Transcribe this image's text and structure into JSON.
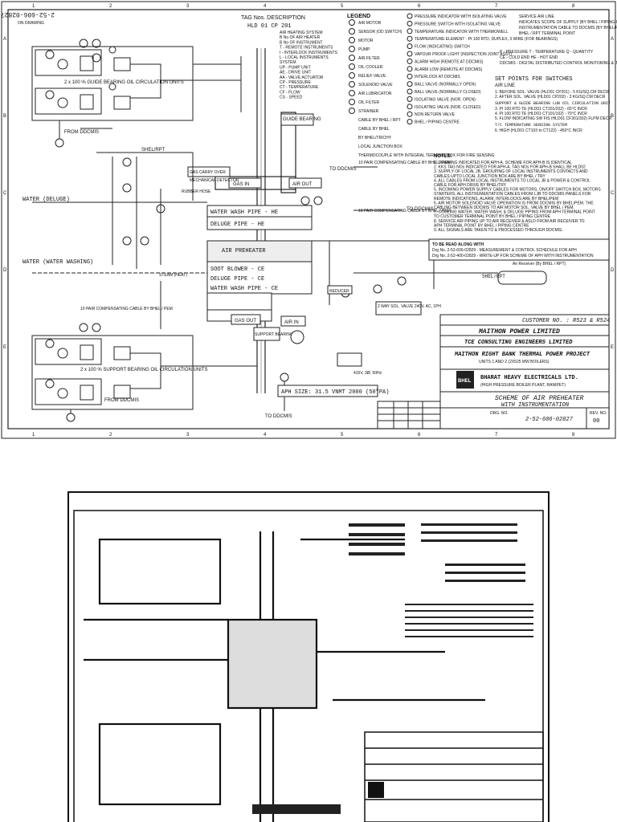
{
  "drawing_number_rotated": "2-52-606-02827",
  "on_drawing": "ON DRAWING",
  "column_markers": [
    "1",
    "2",
    "3",
    "4",
    "5",
    "6",
    "7",
    "8"
  ],
  "row_markers": [
    "A",
    "B",
    "C",
    "D",
    "E"
  ],
  "tag_description": {
    "title": "TAG Nos. DESCRIPTION",
    "code": "HLD 01 CP 201",
    "lines": [
      "AIR HEATING SYSTEM",
      "B No OF AIR HEATER",
      "B No OF INSTRUMENT",
      "T - REMOTE INSTRUMENTS",
      "I - INTERLOCK INSTRUMENTS",
      "L - LOCAL INSTRUMENTS",
      "SYSTEM",
      "UP - PUMP UNIT",
      "AE - DRIVE UNIT",
      "AA - VALVE ACTUATOR",
      "CP - PRESSURE",
      "CT - TEMPERATURE",
      "CF - FLOW",
      "CS - SPEED"
    ]
  },
  "legend": {
    "title": "LEGEND",
    "items": [
      "AIR MOTOR",
      "SENSOR (OD SWITCH)",
      "MOTOR",
      "PUMP",
      "AIR FILTER",
      "OIL COOLER",
      "RELIEF VALVE",
      "SOLENOID VALVE",
      "AIR LUBRICATOR",
      "OIL FILTER",
      "STRAINER",
      "CABLE BY BHEL / RPT",
      "CABLE BY BHEL",
      "BY BHEL/TRICHY",
      "LOCAL JUNCTION BOX",
      "THERMOCOUPLE WITH INTEGRAL TERMINAL BOX FOR FIRE SENSING"
    ],
    "right_items": [
      "PRESSURE INDICATOR WITH ISOLATING VALVE",
      "PRESSURE SWITCH WITH ISOLATING VALVE",
      "TEMPERATURE INDICATOR WITH THERMOWELL",
      "TEMPERATURE ELEMENT - Pt 100 RTD, DUPLEX, 3 WIRE (FOR BEARINGS)",
      "FLOW (INDICATING) SWITCH",
      "VAPOUR PROOF LIGHT (INSPECTION JOINT ASSY)",
      "ALARM HIGH (REMOTE AT DDCMIS)",
      "ALARM LOW (REMOTE AT DDCMIS)",
      "INTERLOCK AT DDCMIS",
      "BALL VALVE (NORMALLY OPEN)",
      "BALL VALVE (NORMALLY CLOSED)",
      "ISOLATING VALVE (NOR. OPEN)",
      "ISOLATING VALVE (NOR. CLOSED)",
      "NON RETURN VALVE",
      "BHEL / PIPING CENTRE"
    ],
    "service": [
      "SERVICE AIR LINE",
      "INDICATES SCOPE OF SUPPLY (BY BHEL / PIPING CENTRE)",
      "INSTRUMENTATION CABLE TO DDCMIS (BY BHEL/PEM)",
      "BHEL / RPT TERMINAL POINT"
    ],
    "abbrev": [
      "P - PRESSURE   T - TEMPERATURE   Q - QUANTITY",
      "CE - COLD END   HE - HOT END",
      "DDCMIS - DIGITAL DISTRIBUTED CONTROL MONITORING & INFORMATION SYSTEM"
    ]
  },
  "set_points": {
    "title": "SET POINTS FOR SWITCHES",
    "air_line": "AIR LINE",
    "items": [
      "1. BEFORE SOL. VALVE   (HLD01 CP201) - 5 KG/SQ.CM DECR",
      "2. AFTER SOL. VALVE   (HLD01 CP202) - 3 KG/SQ.CM DECR"
    ],
    "bearing_title": "SUPPORT & GUIDE BEARING LUB OIL CIRCULATION UNIT",
    "bearing_items": [
      "3. PI 100 RTD   TE (HLD01 CT201/202) - 65°C INCR",
      "4. PI 100 RTD   TE (HLD01 CT101/102) - 70°C INCR",
      "5. FLOW INDICATING SW  FIS (HLD01 CF301/302) FLPM DECR"
    ],
    "tc_title": "T/C TEMPERATURE SENSING SYSTEM",
    "tc_items": [
      "6. HIGH  (HLD01 CT103 to CT122) - 450°C INCR"
    ]
  },
  "notes": {
    "title": "NOTES:",
    "items": [
      "1. DRAWING INDICATED FOR APH-A. SCHEME FOR APH-B IS IDENTICAL",
      "2. KKS TAG NOs INDICATED FOR APH-A. TAG NOs FOR APH-B SHALL BE HLD02",
      "3. SUPPLY OF LOCAL JB, GROUPING OF LOCAL INSTRUMENTS CONTACTS AND CABLES UPTO LOCAL JUNCTION BOX ARE BY BHEL / TRY",
      "4. ALL CABLES FROM LOCAL INSTRUMENTS TO LOCAL JB & POWER & CONTROL CABLE FOR APH DRIVE BY BHEL/TRY",
      "5. INCOMING POWER SUPPLY CABLES FOR MOTORS, ON/OFF SWITCH BOX, MOTORS STARTERS, ALL INSTRUMENTATION CABLES FROM LJB TO DDCMIS PANELS FOR REMOTE INDICATIONS, ALARM, INTERLOCKS ARE BY BHEL/PEM",
      "6. AIR MOTOR SOLENOID VALVE OPERATION IS FROM DDCMIS BY BHEL/PEM. THE CABLING BETWEEN DDCMIS TO AIR MOTOR SOL. VALVE BY BHEL / PEM.",
      "7. COOLING WATER, WATER WASH, & DELUGE PIPING FROM APH TERMINAL POINT TO CUSTOMER TERMINAL POINT BY BHEL / PIPING CENTRE",
      "8. SERVICE AIR PIPING UP TO AIR RECEIVER & ASLD FROM AIR RECEIVER TO APH TERMINAL POINT BY BHEL / PIPING CENTRE",
      "9. ALL SIGNALS ARE TAKEN TO & PROCESSED THROUGH DDCMIS."
    ],
    "read_along_title": "TO BE READ ALONG WITH",
    "read_along": [
      "Drg No. 2-52-606-02829 - MEASUREMENT & CONTROL SCHEDULE FOR APH",
      "Drg No. 2-52-400-02829 - WRITE-UP FOR SCHEME OF APH WITH INSTRUMENTATION"
    ]
  },
  "labels": {
    "guide_unit": "2 x 100 % GUIDE BEARING OIL CIRCULATION UNITS",
    "support_unit": "2 x 100 % SUPPORT BEARING OIL CIRCULATION UNITS",
    "guide_bearing": "GUIDE BEARING",
    "support_bearing": "SUPPORT BEARING",
    "water_wash_he": "WATER WASH PIPE - HE",
    "deluge_he": "DELUGE PIPE - HE",
    "air_preheater": "AIR PREHEATER",
    "soot_blower": "SOOT BLOWER - CE",
    "deluge_ce": "DELUGE PIPE - CE",
    "water_wash_ce": "WATER WASH PIPE - CE",
    "water_deluge": "WATER (DELUGE)",
    "water_washing": "WATER (WATER WASHING)",
    "shel_rpt": "SHEL/RPT",
    "shel_rpt_2": "SHEL/RPT",
    "gas_in": "GAS IN",
    "gas_out": "GAS OUT",
    "air_in": "AIR IN",
    "air_out": "AIR OUT",
    "to_ddcmis": "TO DDCMIS",
    "from_ddcmis": "FROM DDCMIS",
    "compensating": "10 PAIR COMPENSATING CABLE BY BHEL / PEM",
    "air_receiver": "Air Receiver (By BHEL / RPT)",
    "apu_size": "APH SIZE: 31.5 VNMT 2000 (50\"PA)",
    "reducer": "REDUCER",
    "steam": "STEAM (HEAT)",
    "hose": "RUBBER HOSE",
    "mech_detector": "MECHANICAL DETECTOR",
    "gas_carry": "GAS CARRY OVER",
    "motor_supply": "415V, 3Ø, 50Hz",
    "drive": "2 WAY SOL. VALVE 240V, AC, 1PH"
  },
  "title_block": {
    "customer_no": "CUSTOMER NO.  : R523 & R524",
    "customer": "MAITHON POWER LIMITED",
    "consultant": "TCE CONSULTING ENGINEERS LIMITED",
    "project": "MAITHON RIGHT BANK THERMAL POWER PROJECT",
    "units": "UNITS 1 AND 2 (2X525 MW BOILERS)",
    "company": "BHARAT HEAVY ELECTRICALS LTD.",
    "division": "(HIGH PRESSURE BOILER PLANT, RANIPET)",
    "drawing_title_1": "SCHEME OF AIR PREHEATER",
    "drawing_title_2": "WITH INSTRUMENTATION",
    "drg_no": "2-52-606-02827",
    "rev": "00",
    "rev_label": "REV. NO.",
    "drg_label": "DRG. NO."
  }
}
